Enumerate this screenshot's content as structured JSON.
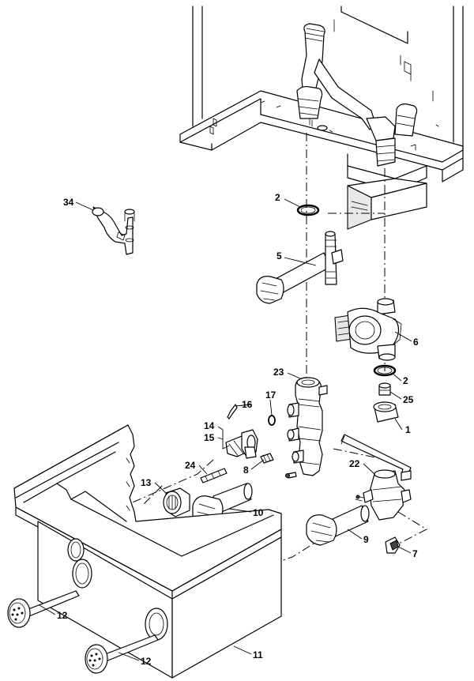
{
  "diagram": {
    "type": "exploded-parts-view",
    "callouts": [
      {
        "id": "c34",
        "label": "34"
      },
      {
        "id": "c2a",
        "label": "2"
      },
      {
        "id": "c5",
        "label": "5"
      },
      {
        "id": "c6",
        "label": "6"
      },
      {
        "id": "c23",
        "label": "23"
      },
      {
        "id": "c2b",
        "label": "2"
      },
      {
        "id": "c25",
        "label": "25"
      },
      {
        "id": "c16",
        "label": "16"
      },
      {
        "id": "c17",
        "label": "17"
      },
      {
        "id": "c14",
        "label": "14"
      },
      {
        "id": "c15",
        "label": "15"
      },
      {
        "id": "c1",
        "label": "1"
      },
      {
        "id": "c24",
        "label": "24"
      },
      {
        "id": "c8",
        "label": "8"
      },
      {
        "id": "c22",
        "label": "22"
      },
      {
        "id": "c13",
        "label": "13"
      },
      {
        "id": "c10",
        "label": "10"
      },
      {
        "id": "c9",
        "label": "9"
      },
      {
        "id": "c7",
        "label": "7"
      },
      {
        "id": "c12a",
        "label": "12"
      },
      {
        "id": "c12b",
        "label": "12"
      },
      {
        "id": "c11",
        "label": "11"
      }
    ]
  }
}
